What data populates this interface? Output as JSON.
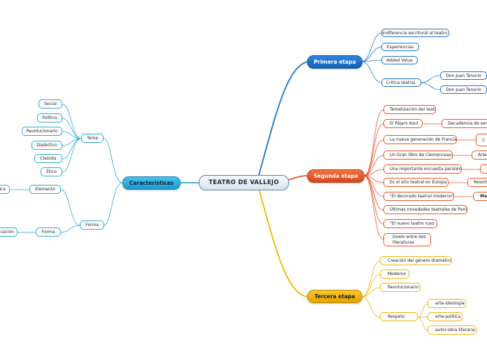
{
  "central": {
    "label": "TEATRO DE VALLEJO"
  },
  "branches": {
    "primera": {
      "label": "Primera etapa",
      "items": [
        "Indiferencia escritural al teatro.",
        "Experiencias",
        "Added Value",
        "Crítica teatral."
      ],
      "critica_children": [
        "Don Juan Tenorio",
        "Don Juan Tenorio"
      ]
    },
    "segunda": {
      "label": "Segunda etapa",
      "items": [
        "Tematización del teatro",
        "El Pájaro Azul",
        "La nueva generación de Francia",
        "Un Gran libro de Clemenceau",
        "Una importante encuesta parisién",
        "Es el año teatral en Europa",
        "\"El decorado teatral moderno\"",
        "Últimas novedades teatrales de París",
        "\"El nuevo teatro ruso",
        "Duelo entre dos literaturas"
      ],
      "sub": {
        "pajaro": "Decadencia de sensi",
        "nueva": "C",
        "clemenceau": "Arte",
        "encuesta": "",
        "europa": "Resorte",
        "decorado": "Ma"
      }
    },
    "tercera": {
      "label": "Tercera etapa",
      "items": [
        "Creación del género dramático",
        "Moderno",
        "Revolucionario",
        "Respeto"
      ],
      "respeto_children": [
        "arte-ideología",
        "arte-política",
        "autor-obra literaria"
      ]
    },
    "caracteristicas": {
      "label": "Características",
      "tema": {
        "label": "Tema",
        "children": [
          "Social",
          "Político",
          "Revolucionario",
          "Dialéctico",
          "Clasista",
          "Ético"
        ]
      },
      "forma": {
        "label": "Forma",
        "children": [
          {
            "label": "Elemento",
            "child": "ica"
          },
          {
            "label": "Forma",
            "child": "cación"
          }
        ]
      }
    }
  },
  "colors": {
    "primera": "#1a73c7",
    "caracteristicas": "#29a8d6",
    "segunda": "#e8542a",
    "tercera": "#f2b400"
  }
}
